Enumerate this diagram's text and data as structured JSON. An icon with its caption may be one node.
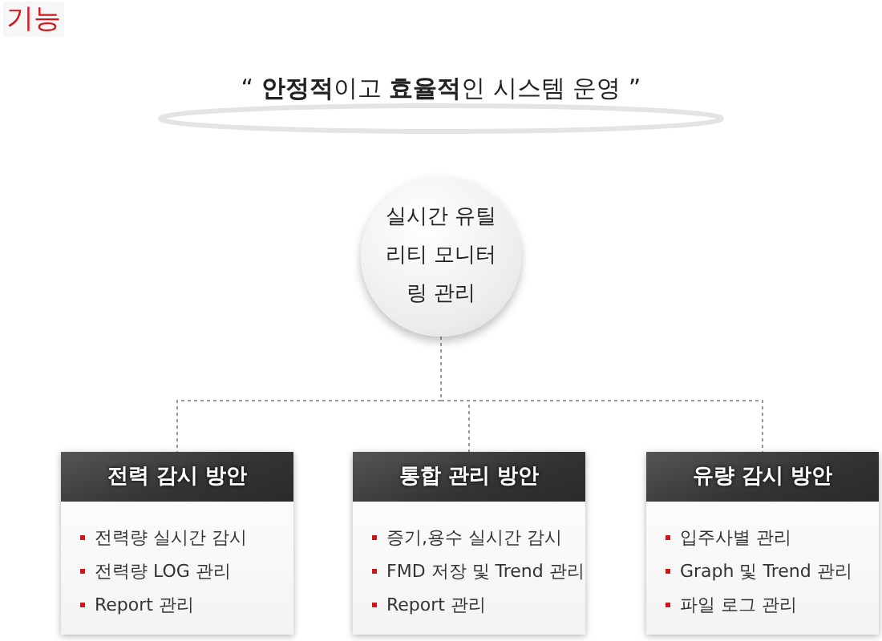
{
  "diagram": {
    "title": "기능",
    "nodes": [
      {
        "text": [
          "실시간 유틸리티 모니터링 관리"
        ]
      },
      {
        "text": [
          "전력 감시 방안",
          "전력량 실시간 감시",
          "전력량  LOG 관리",
          "Report 관리"
        ]
      },
      {
        "text": [
          "통합 관리 방안",
          "증기,용수 실시간  감시",
          "FMD 저장 및 Trend  관리",
          "Report 관리"
        ]
      },
      {
        "text": [
          "유량 감시 방안",
          "입주사별 관리",
          "Graph 및 Trend  관리",
          "파일 로그 관리"
        ]
      }
    ],
    "edges": [
      {
        "from": 0,
        "to": 1,
        "arrow": "none",
        "style": "dashed"
      },
      {
        "from": 0,
        "to": 2,
        "arrow": "none",
        "style": "dashed"
      },
      {
        "from": 0,
        "to": 3,
        "arrow": "none",
        "style": "dashed"
      }
    ],
    "labels": [
      "“ **안정적**이고 **효율적**인  시스템 운영 ”"
    ]
  }
}
